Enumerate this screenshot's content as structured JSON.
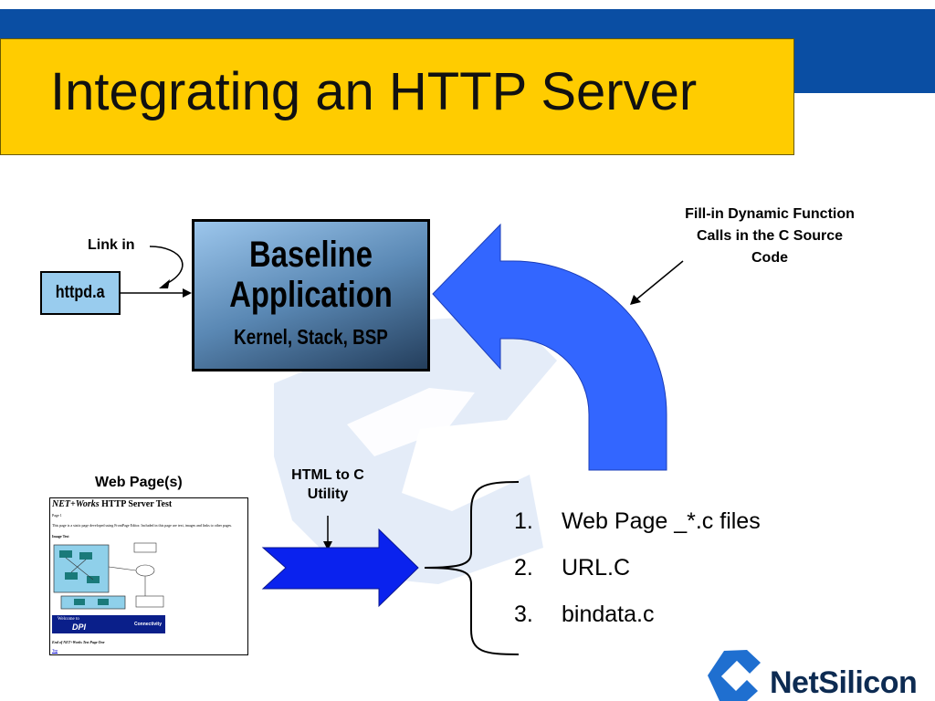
{
  "slide": {
    "title": "Integrating an HTTP Server",
    "colors": {
      "header_band": "#0a4ea3",
      "title_box": "#ffcc00",
      "curved_arrow": "#3366ff",
      "process_arrow": "#0a22ee"
    }
  },
  "diagram": {
    "link_in_label": "Link in",
    "library_box": "httpd.a",
    "app_box": {
      "line1": "Baseline",
      "line2": "Application",
      "line3": "Kernel, Stack, BSP"
    },
    "fill_in_label": "Fill-in Dynamic Function Calls in the C Source Code",
    "html_to_c_label": "HTML to C Utility",
    "web_pages_label": "Web Page(s)",
    "web_page_thumbnail": {
      "heading_italic": "NET+Works",
      "heading_rest": "HTTP Server Test",
      "page_label": "Page 1",
      "description": "This page is a static page developed using FrontPage Editor. Included in this page are text, images and links to other pages.",
      "image_test": "Image Test",
      "banner_welcome": "Welcome to",
      "banner_brand": "DPI",
      "banner_connectivity": "Connectivity",
      "end_text": "End of NET+Works Test Page One",
      "top_link": "Top"
    },
    "files": [
      {
        "num": "1.",
        "name": "Web Page _*.c files"
      },
      {
        "num": "2.",
        "name": "URL.C"
      },
      {
        "num": "3.",
        "name": "bindata.c"
      }
    ]
  },
  "logo": {
    "text": "NetSilicon"
  }
}
